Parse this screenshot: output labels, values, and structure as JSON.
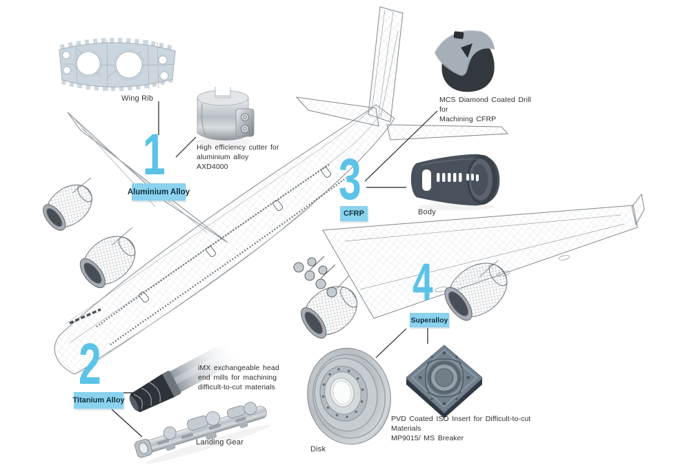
{
  "colors": {
    "accent_number_blue": "#5bc3e8",
    "material_label_bg": "#8ad2ee",
    "material_label_text": "#10303f",
    "wireframe_gray": "#8d939a"
  },
  "callouts": {
    "aluminium": {
      "number": "1",
      "material": "Aluminium Alloy",
      "part": "Wing Rib",
      "tool": "High efficiency cutter for\naluminium alloy\nAXD4000"
    },
    "titanium": {
      "number": "2",
      "material": "Titanium Alloy",
      "part": "Landing Gear",
      "tool": "iMX exchangeable head\nend mills for machining\ndifficult-to-cut materials"
    },
    "cfrp": {
      "number": "3",
      "material": "CFRP",
      "part": "Body",
      "tool": "MCS Diamond Coated Drill for\nMachining CFRP"
    },
    "superalloy": {
      "number": "4",
      "material": "Superalloy",
      "part": "Disk",
      "tool": "PVD Coated ISO Insert for Difficult-to-cut Materials\nMP9015/ MS Breaker"
    }
  }
}
